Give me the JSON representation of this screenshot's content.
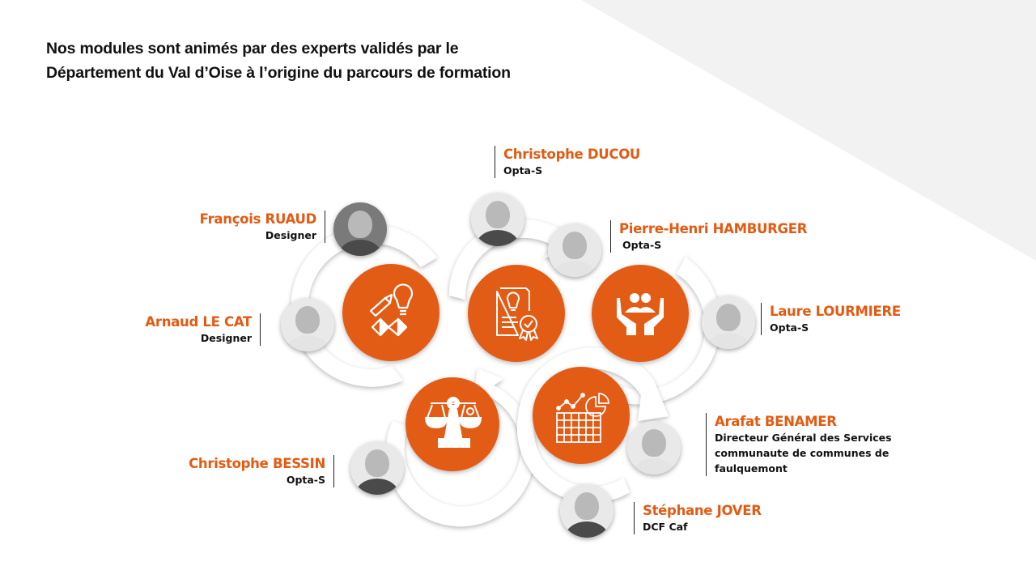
{
  "slide": {
    "title_lines": [
      "Nos modules sont animés par des experts validés par le",
      "Département du Val d’Oise à l’origine du parcours de formation"
    ],
    "colors": {
      "accent": "#E35B12",
      "background": "#FFFFFF",
      "corner_triangle": "#F2F2F2",
      "text": "#111111"
    }
  },
  "modules": [
    {
      "id": "design",
      "icon": "design-thinking-icon"
    },
    {
      "id": "certification",
      "icon": "certificate-idea-icon"
    },
    {
      "id": "support",
      "icon": "hands-people-icon"
    },
    {
      "id": "balance",
      "icon": "balance-scale-icon"
    },
    {
      "id": "analytics",
      "icon": "data-analytics-icon"
    }
  ],
  "experts": [
    {
      "name": "François RUAUD",
      "role": "Designer"
    },
    {
      "name": "Arnaud LE CAT",
      "role": "Designer"
    },
    {
      "name": "Christophe DUCOU",
      "role": "Opta-S"
    },
    {
      "name": "Pierre-Henri HAMBURGER",
      "role": "Opta-S"
    },
    {
      "name": "Laure LOURMIERE",
      "role": "Opta-S"
    },
    {
      "name": "Arafat BENAMER",
      "role_lines": [
        "Directeur Général des Services",
        "communaute de communes de",
        "faulquemont"
      ]
    },
    {
      "name": "Christophe BESSIN",
      "role": "Opta-S"
    },
    {
      "name": "Stéphane JOVER",
      "role": "DCF Caf"
    }
  ]
}
